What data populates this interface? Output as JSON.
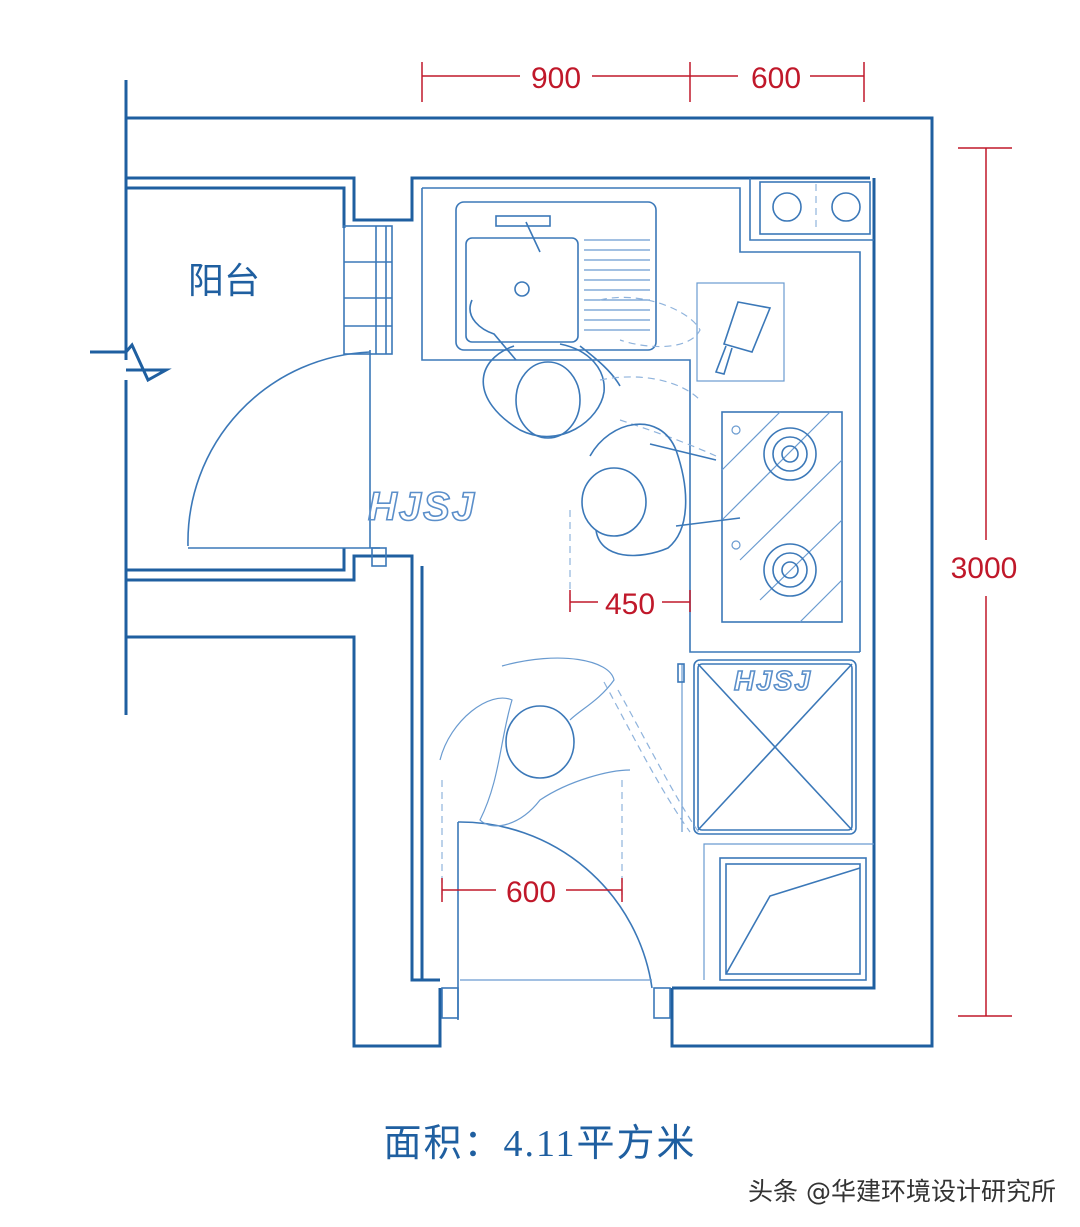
{
  "labels": {
    "balcony": "阳台",
    "area": "面积：4.11平方米",
    "credit": "头条 @华建环境设计研究所",
    "watermark": "HJSJ"
  },
  "dimensions": {
    "top_left": "900",
    "top_right": "600",
    "right_height": "3000",
    "stove_clearance": "450",
    "door_clearance": "600"
  },
  "colors": {
    "line": "#1f5fa0",
    "dimension": "#c0182a"
  }
}
